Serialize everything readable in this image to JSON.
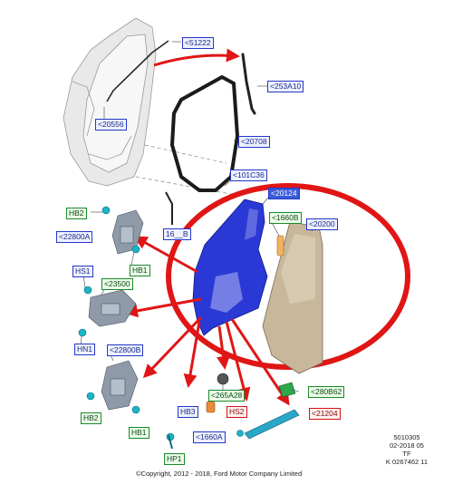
{
  "callouts": {
    "c51222": "<51222",
    "c253a10": "<253A10",
    "c20556": "<20556",
    "c20708": "<20708",
    "c101c36": "<101C36",
    "c20124": "<20124",
    "c1660b": "<1660B",
    "c20200": "<20200",
    "hb2_top": "HB2",
    "c22800a": "<22800A",
    "hb1_top": "HB1",
    "c16xxb": "16__B",
    "hs1": "HS1",
    "c23500": "<23500",
    "hn1": "HN1",
    "c22800b": "<22800B",
    "hb2_bot": "HB2",
    "hb1_bot": "HB1",
    "c265a28": "<265A28",
    "c280b62": "<280B62",
    "hb3": "HB3",
    "hs2": "HS2",
    "c21204": "<21204",
    "c1660a": "<1660A",
    "hp1": "HP1"
  },
  "meta": {
    "line1": "5010305",
    "line2": "02-2018 05",
    "line3": "TF",
    "line4": "K 0267462 11"
  },
  "copyright": "©Copyright, 2012 - 2018, Ford Motor Company Limited",
  "colors": {
    "door_shell": "#2a39d6",
    "door_skin": "#c9b79b",
    "arrow_red": "#e01616",
    "label_blue": "#2437c8",
    "label_green": "#1a8a2a",
    "label_red": "#d21313",
    "hardware_cyan": "#1bb4c9",
    "hardware_grey": "#8e9aa8"
  }
}
